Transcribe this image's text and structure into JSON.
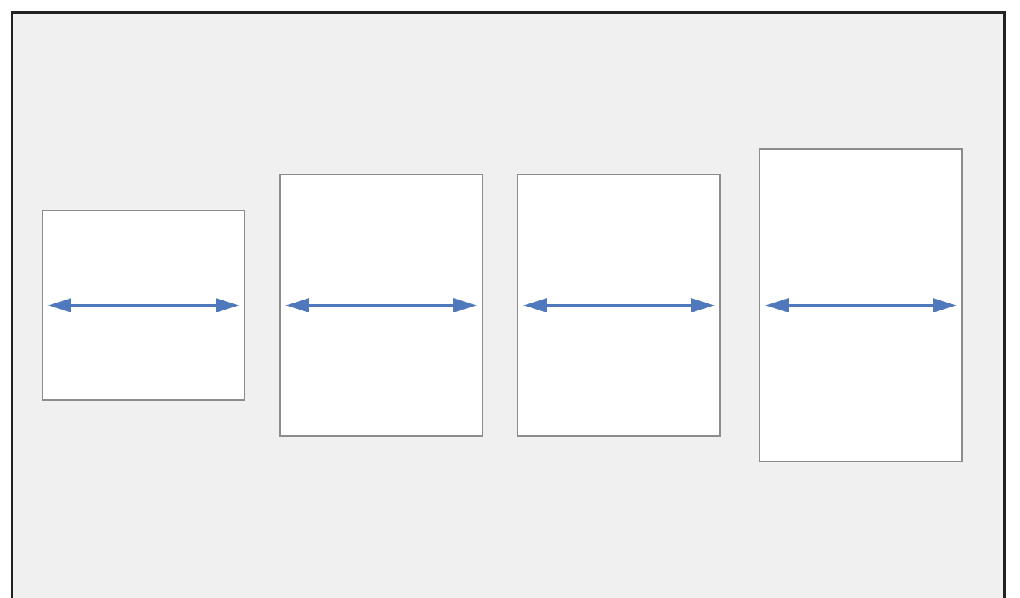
{
  "colors": {
    "background": "#f0f0f0",
    "frame_border": "#222222",
    "panel_fill": "#ffffff",
    "panel_border": "#8c8c8c",
    "arrow": "#5079bd"
  },
  "panels": [
    {
      "id": "panel-1",
      "arrow_icon": "double-headed-horizontal-arrow"
    },
    {
      "id": "panel-2",
      "arrow_icon": "double-headed-horizontal-arrow"
    },
    {
      "id": "panel-3",
      "arrow_icon": "double-headed-horizontal-arrow"
    },
    {
      "id": "panel-4",
      "arrow_icon": "double-headed-horizontal-arrow"
    }
  ]
}
